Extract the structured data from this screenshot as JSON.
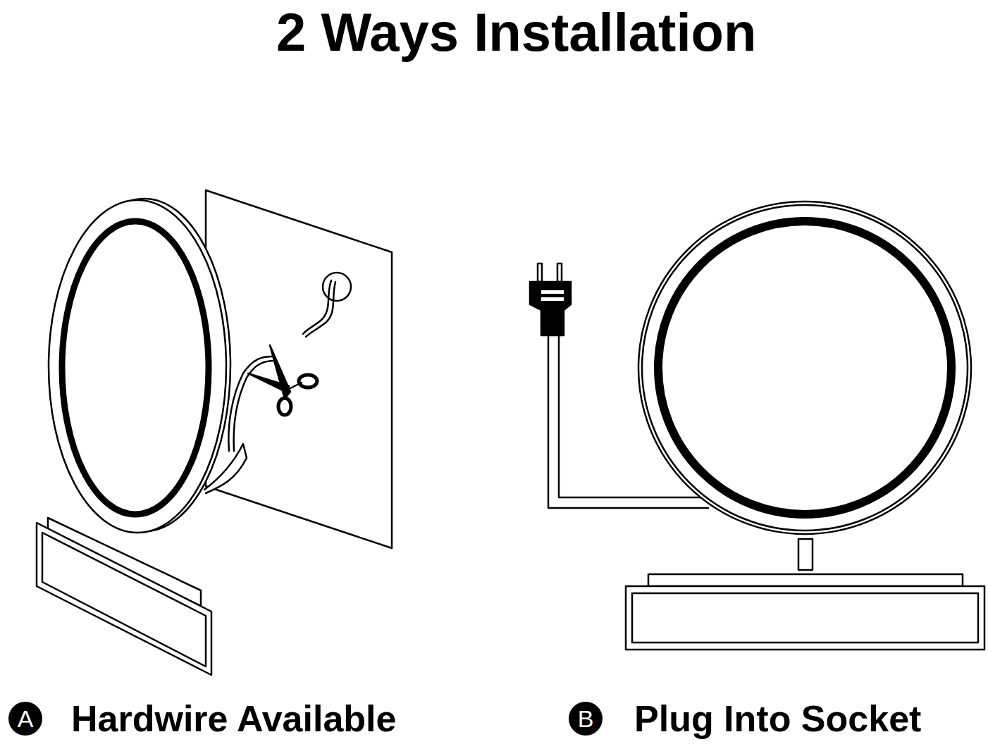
{
  "diagram": {
    "title": "2 Ways Installation",
    "nodes": [
      {
        "text": [
          "A"
        ]
      },
      {
        "text": [
          "B"
        ]
      }
    ],
    "labels": [
      "Hardwire Available",
      "Plug Into Socket"
    ]
  }
}
